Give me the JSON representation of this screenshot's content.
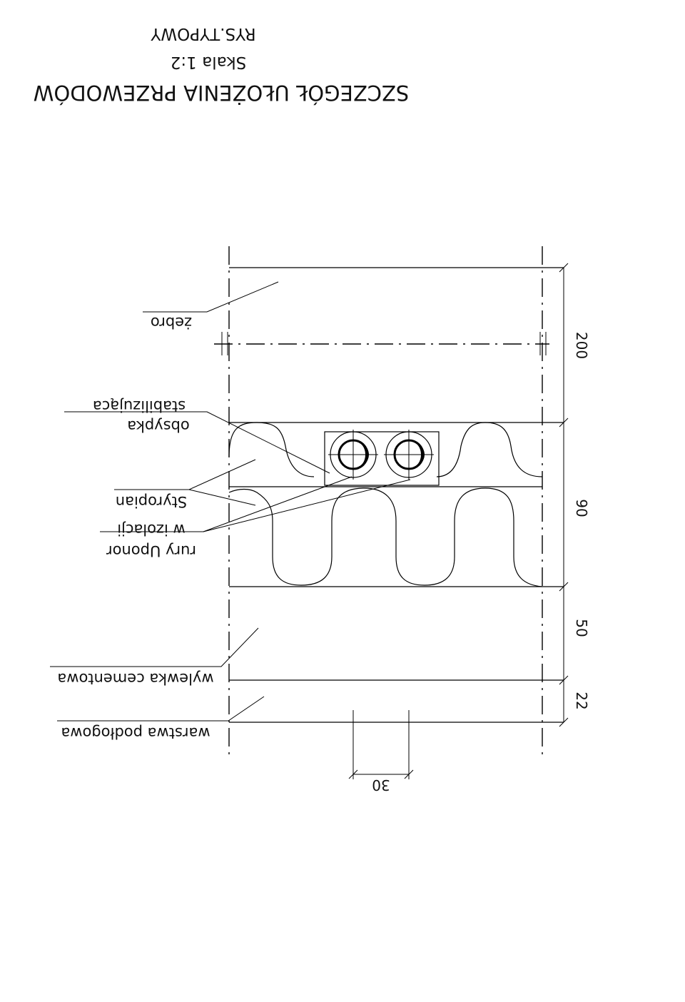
{
  "title_block": {
    "title": "SZCZEGÓŁ UŁOŻENIA PRZEWODÓW",
    "scale": "Skala 1:2",
    "drawing_no": "RYS.TYPOWY"
  },
  "labels": {
    "zebro": "żebro",
    "obsypka_1": "obsypka",
    "obsypka_2": "stabilizująca",
    "styropian": "Styropian",
    "rury_1": "rury Uponor",
    "rury_2": "w izolacji",
    "wylewka": "wylewka cementowa",
    "warstwa": "warstwa podłogowa"
  },
  "dimensions": {
    "d200": "200",
    "d90": "90",
    "d50": "50",
    "d22": "22",
    "d30": "30"
  }
}
